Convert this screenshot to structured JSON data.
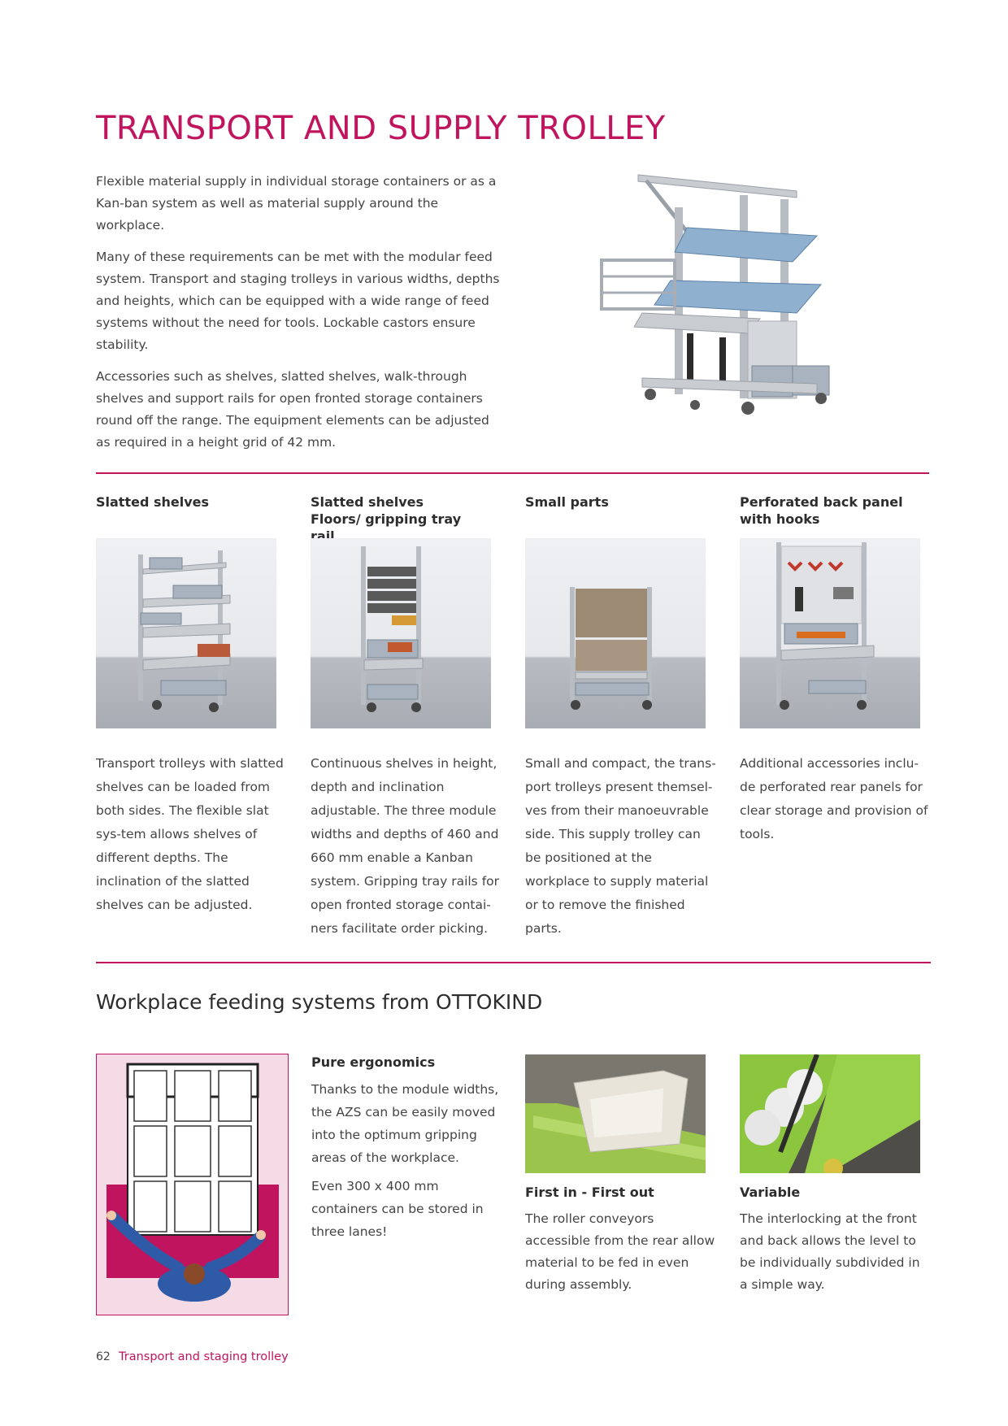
{
  "page": {
    "title": "TRANSPORT AND SUPPLY TROLLEY",
    "intro": [
      "Flexible material supply in individual storage containers or as a Kan-ban system as well as material supply around the workplace.",
      "Many of these requirements can be met with the modular feed system. Transport and staging trolleys in various widths, depths and heights, which can be equipped with a wide range of feed systems without the need for tools. Lockable castors ensure stability.",
      "Accessories such as shelves, slatted shelves, walk-through shelves and support rails for open fronted storage containers round off the range. The equipment elements can be adjusted as required in a height grid of 42 mm."
    ],
    "accent_color": "#c0145e"
  },
  "columns": [
    {
      "heading": "Slatted shelves",
      "text": "Transport trolleys with slatted shelves can be loaded from both sides. The flexible slat sys-tem allows shelves of different depths. The inclination of the slatted shelves can be adjusted."
    },
    {
      "heading": "Slatted shelves Floors/ gripping tray rail",
      "text": "Continuous shelves in height, depth and inclination adjustable. The three module widths and depths of 460 and 660 mm enable a Kanban system. Gripping tray rails for open fronted storage contai-ners facilitate order picking."
    },
    {
      "heading": "Small parts",
      "text": "Small and compact, the trans-port trolleys present themsel-ves from their manoeuvrable side. This supply trolley can be positioned at the workplace to supply material or to remove the finished parts."
    },
    {
      "heading": "Perforated back panel with hooks",
      "text": "Additional accessories inclu-de perforated rear panels for clear storage and provision of tools."
    }
  ],
  "feeding": {
    "heading": "Workplace feeding systems from OTTOKIND",
    "ergonomics": {
      "heading": "Pure ergonomics",
      "paragraphs": [
        "Thanks to the module widths, the AZS can be easily moved into the optimum gripping areas of the workplace.",
        "Even 300 x 400 mm containers can be stored in three lanes!"
      ]
    },
    "fifo": {
      "heading": "First in - First out",
      "text": "The roller conveyors accessible from the rear allow material to be fed in even during assembly."
    },
    "variable": {
      "heading": "Variable",
      "text": "The interlocking at the front and back allows the level to be individually subdivided in a simple way."
    }
  },
  "footer": {
    "page_number": "62",
    "section": "Transport and staging trolley"
  }
}
